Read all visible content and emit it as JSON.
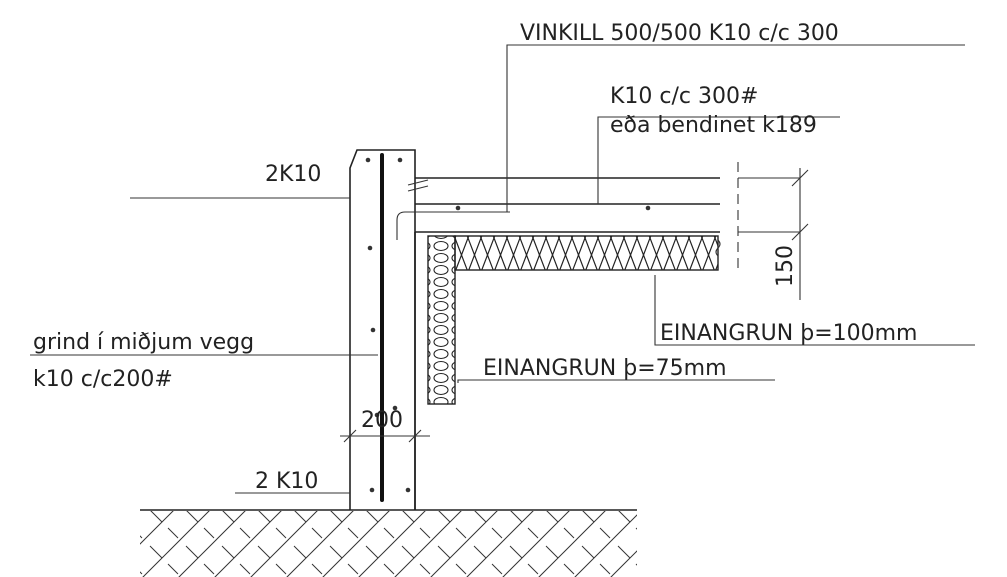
{
  "labels": {
    "vinkill": "VINKILL 500/500 K10 c/c 300",
    "k10_line1": "K10 c/c 300#",
    "k10_line2": "eða bendinet k189",
    "top_bars": "2K10",
    "wall_grid_line1": "grind í miðjum vegg",
    "wall_grid_line2": "k10 c/c200#",
    "insulation_wall": "EINANGRUN þ=75mm",
    "insulation_slab": "EINANGRUN þ=100mm",
    "bottom_bars": "2 K10",
    "dim_wall": "200",
    "dim_slab": "150"
  },
  "colors": {
    "line": "#222222",
    "background": "#ffffff"
  }
}
